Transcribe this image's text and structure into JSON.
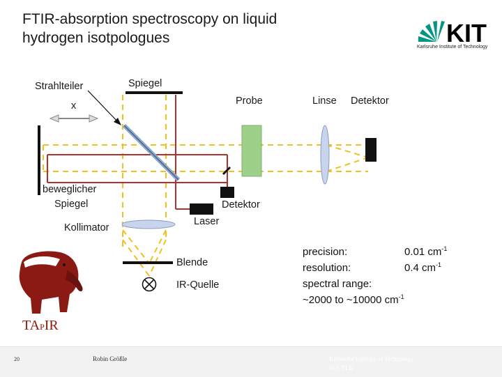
{
  "title": {
    "line1": "FTIR-absorption spectroscopy on liquid",
    "line2": "hydrogen isotpologues"
  },
  "logo": {
    "wordmark": "KIT",
    "subtitle": "Karlsruhe Institute of Technology",
    "color": "#009682"
  },
  "diagram": {
    "labels": {
      "strahlteiler": "Strahlteiler",
      "x": "x",
      "spiegel": "Spiegel",
      "probe": "Probe",
      "linse": "Linse",
      "detektor_top": "Detektor",
      "beweglicher": "beweglicher",
      "spiegel_moving": "Spiegel",
      "detektor_small": "Detektor",
      "laser": "Laser",
      "kollimator": "Kollimator",
      "blende": "Blende",
      "ir_quelle": "IR-Quelle"
    },
    "colors": {
      "ir_beam": "#f0c020",
      "laser_beam": "#b03030",
      "sample": "#9fd08a",
      "lens": "#c8d4ec"
    }
  },
  "specs": {
    "precision_label": "precision:",
    "precision_value": "0.01 cm",
    "precision_exp": "-1",
    "resolution_label": "resolution:",
    "resolution_value": "0.4 cm",
    "resolution_exp": "-1",
    "range_label": "spectral range:",
    "range_value": "~2000 to ~10000 cm",
    "range_exp": "-1"
  },
  "tapir": {
    "t": "TA",
    "p": "P",
    "ir": "IR"
  },
  "footer": {
    "page": "20",
    "author": "Robin Größle",
    "institute": "Karlsruhe Institute of Technology",
    "dept": "IKP-TLK"
  }
}
